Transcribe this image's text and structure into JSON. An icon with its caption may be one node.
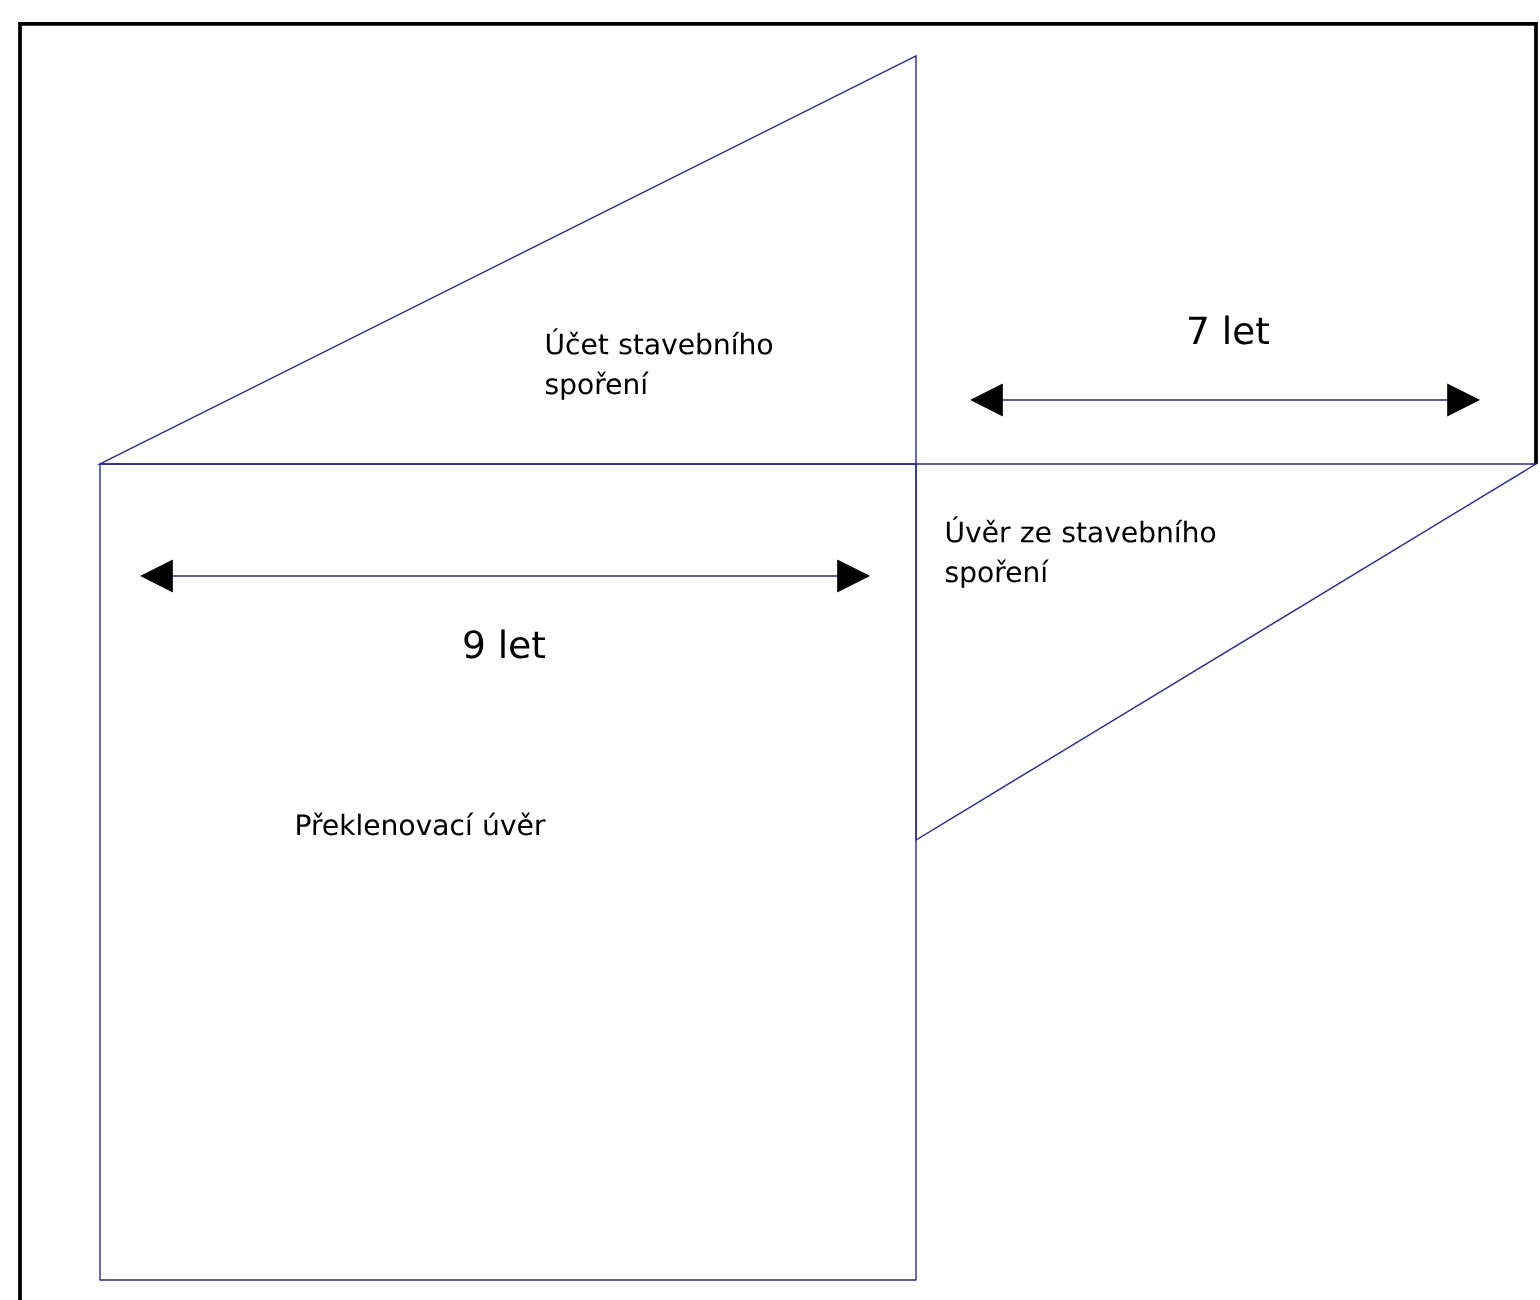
{
  "diagram": {
    "nodes": [
      {
        "text": [
          "Účet stavebního spoření"
        ]
      },
      {
        "text": [
          "Překlenovací úvěr"
        ]
      },
      {
        "text": [
          "Úvěr ze stavebního spoření"
        ]
      }
    ],
    "labels": [
      "7 let",
      "9 let"
    ]
  }
}
